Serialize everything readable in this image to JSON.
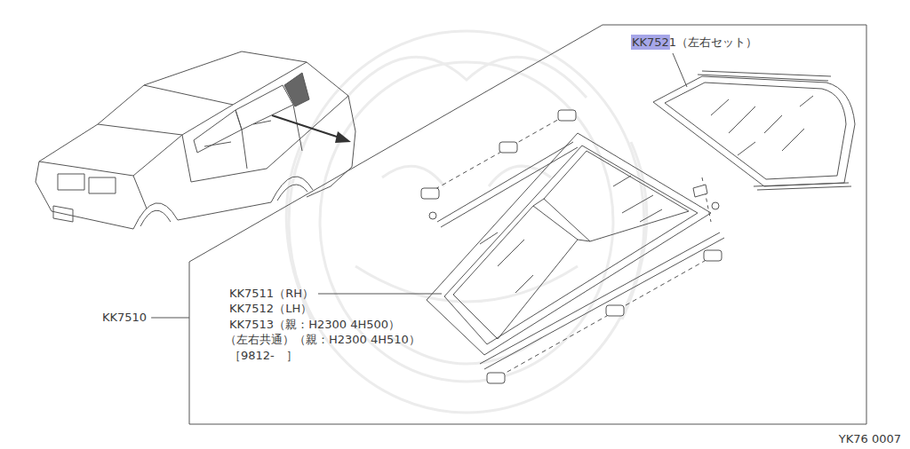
{
  "diagram": {
    "labels": [
      "KK7521（左右セット）",
      "KK7511（RH）",
      "KK7512（LH）",
      "KK7513（親：H2300 4H500）",
      "（左右共通）（親：H2300 4H510）",
      "［9812-　］",
      "KK7510",
      "YK76 0007"
    ]
  }
}
